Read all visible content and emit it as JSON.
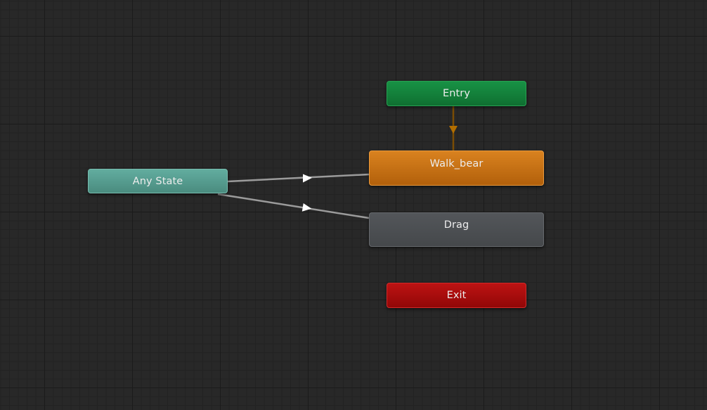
{
  "nodes": {
    "entry": {
      "label": "Entry"
    },
    "any_state": {
      "label": "Any State"
    },
    "walk": {
      "label": "Walk_bear"
    },
    "drag": {
      "label": "Drag"
    },
    "exit": {
      "label": "Exit"
    }
  },
  "colors": {
    "entry": "#138a3e",
    "any_state": "#58a295",
    "walk": "#c97417",
    "drag": "#4d5054",
    "exit": "#ab0e0e",
    "default_transition": "#b36f00",
    "transition": "#b5b5b5"
  }
}
